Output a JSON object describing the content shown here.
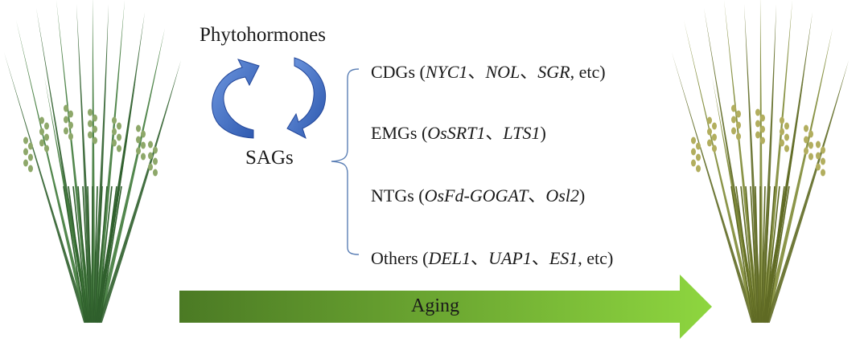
{
  "cycle": {
    "top_label": "Phytohormones",
    "bottom_label": "SAGs",
    "arrow_color": "#3a67c0"
  },
  "gene_groups": [
    {
      "prefix": "CDGs (",
      "genes": [
        "NYC1",
        "NOL",
        "SGR"
      ],
      "suffix": ", etc)"
    },
    {
      "prefix": "EMGs (",
      "genes": [
        "OsSRT1",
        "LTS1"
      ],
      "suffix": ")"
    },
    {
      "prefix": "NTGs (",
      "genes": [
        "OsFd-GOGAT",
        "Osl2"
      ],
      "suffix": ")"
    },
    {
      "prefix": "Others (",
      "genes": [
        "DEL1",
        "UAP1",
        "ES1"
      ],
      "suffix": ", etc)"
    }
  ],
  "gene_separator": "、",
  "aging_arrow": {
    "label": "Aging",
    "color_start": "#4b7a24",
    "color_end": "#8ed63f"
  },
  "plants": {
    "left": {
      "icon": "green-rice-plant-icon",
      "color": "#3f7a3a"
    },
    "right": {
      "icon": "senescent-rice-plant-icon",
      "color": "#7e8a35"
    }
  },
  "bracket_color": "#5b7fb5"
}
